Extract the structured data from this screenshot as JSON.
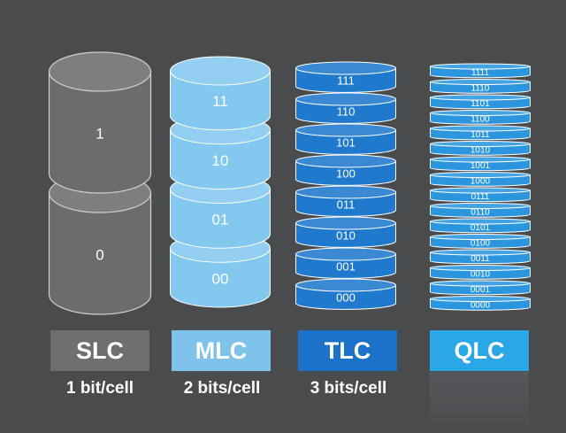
{
  "background": "#4a4b4d",
  "columns": [
    {
      "type": "SLC",
      "caption": "1 bit/cell",
      "label_color": "#6e6f71",
      "cell_color": "#6b6c6e",
      "cells": [
        "1",
        "0"
      ]
    },
    {
      "type": "MLC",
      "caption": "2 bits/cell",
      "label_color": "#7fc3ea",
      "cell_color": "#83c8ef",
      "cells": [
        "11",
        "10",
        "01",
        "00"
      ]
    },
    {
      "type": "TLC",
      "caption": "3 bits/cell",
      "label_color": "#1b72c8",
      "cell_color": "#1f79cc",
      "cells": [
        "111",
        "110",
        "101",
        "100",
        "011",
        "010",
        "001",
        "000"
      ]
    },
    {
      "type": "QLC",
      "caption": "",
      "label_color": "#2aa7e6",
      "cell_color": "#2b96de",
      "cells": [
        "1111",
        "1110",
        "1101",
        "1100",
        "1011",
        "1010",
        "1001",
        "1000",
        "0111",
        "0110",
        "0101",
        "0100",
        "0011",
        "0010",
        "0001",
        "0000"
      ]
    }
  ]
}
